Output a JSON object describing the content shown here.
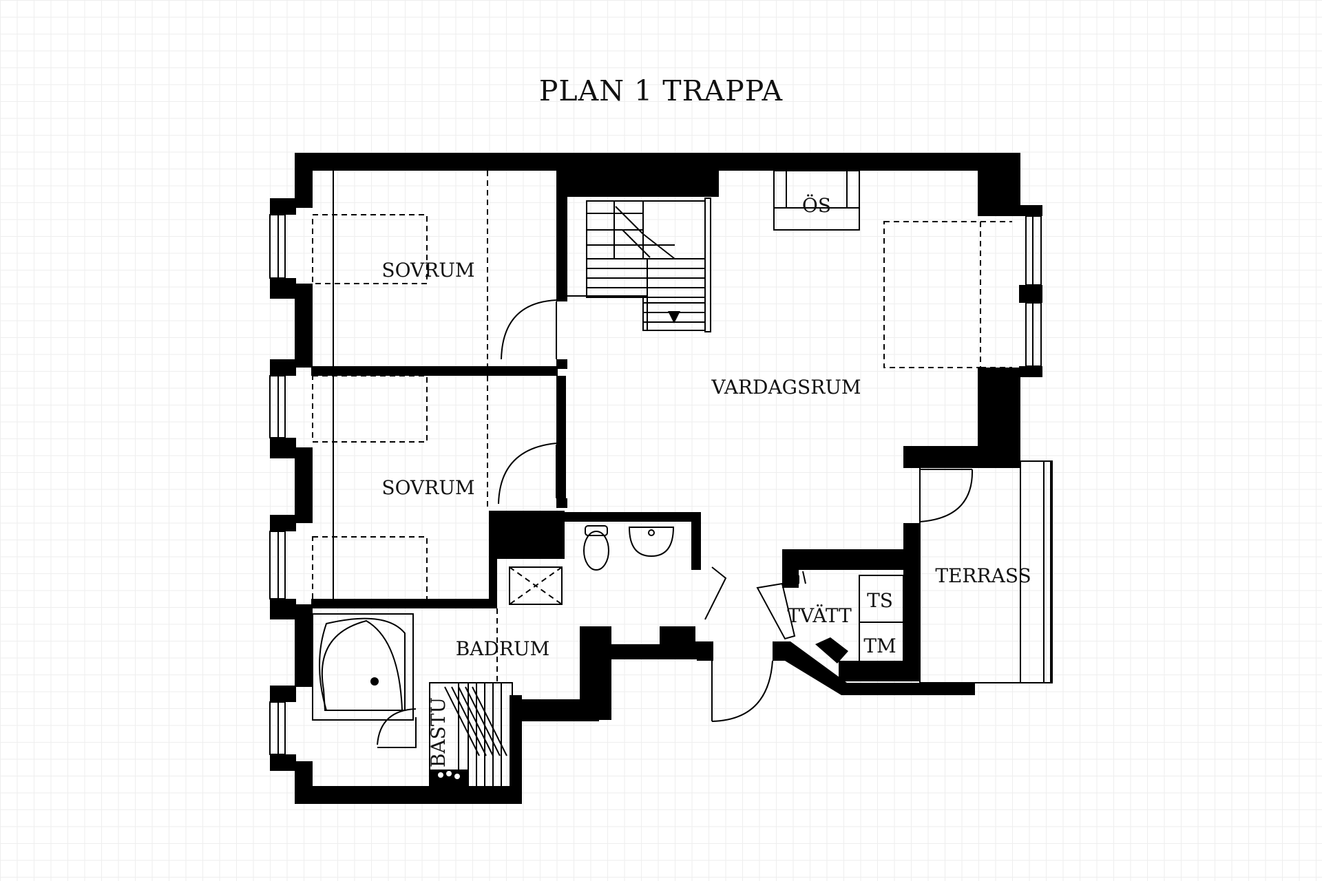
{
  "title": "PLAN 1 TRAPPA",
  "rooms": {
    "sovrum_1": "SOVRUM",
    "sovrum_2": "SOVRUM",
    "vardagsrum": "VARDAGSRUM",
    "os": "ÖS",
    "terrass": "TERRASS",
    "tvatt": "TVÄTT",
    "ts": "TS",
    "tm": "TM",
    "badrum": "BADRUM",
    "bastu": "BASTU"
  }
}
